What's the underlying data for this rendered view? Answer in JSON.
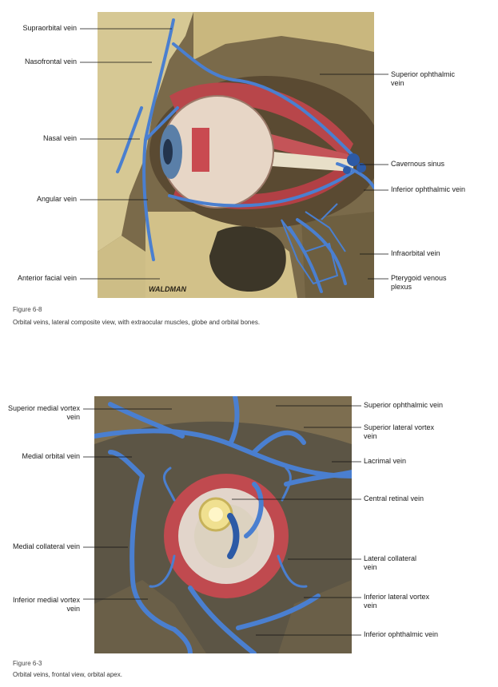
{
  "figure1": {
    "labels_left": [
      "Supraorbital vein",
      "Nasofrontal vein",
      "Nasal vein",
      "Angular vein",
      "Anterior facial vein"
    ],
    "labels_right": [
      [
        "Superior ophthalmic",
        "vein"
      ],
      [
        "Cavernous sinus"
      ],
      [
        "Inferior ophthalmic vein"
      ],
      [
        "Infraorbital vein"
      ],
      [
        "Pterygoid venous",
        "plexus"
      ]
    ],
    "signature": "WALDMAN",
    "figure_number": "Figure 6-8",
    "caption": "Orbital veins, lateral composite view, with extraocular muscles, globe and orbital bones."
  },
  "figure2": {
    "labels_left": [
      [
        "Superior medial vortex",
        "vein"
      ],
      [
        "Medial orbital vein"
      ],
      [
        "Medial collateral vein"
      ],
      [
        "Inferior medial vortex",
        "vein"
      ]
    ],
    "labels_right": [
      [
        "Superior ophthalmic vein"
      ],
      [
        "Superior lateral vortex",
        "vein"
      ],
      [
        "Lacrimal vein"
      ],
      [
        "Central retinal vein"
      ],
      [
        "Lateral collateral",
        "vein"
      ],
      [
        "Inferior lateral vortex",
        "vein"
      ],
      [
        "Inferior ophthalmic vein"
      ]
    ],
    "figure_number": "Figure 6-3",
    "caption": "Orbital veins, frontal view, orbital apex."
  },
  "colors": {
    "vein": "#4a7fd0",
    "vein_dark": "#2c5aa6",
    "bone": "#cfc08a",
    "muscle": "#b8464a",
    "background_tissue": "#5c5545"
  }
}
